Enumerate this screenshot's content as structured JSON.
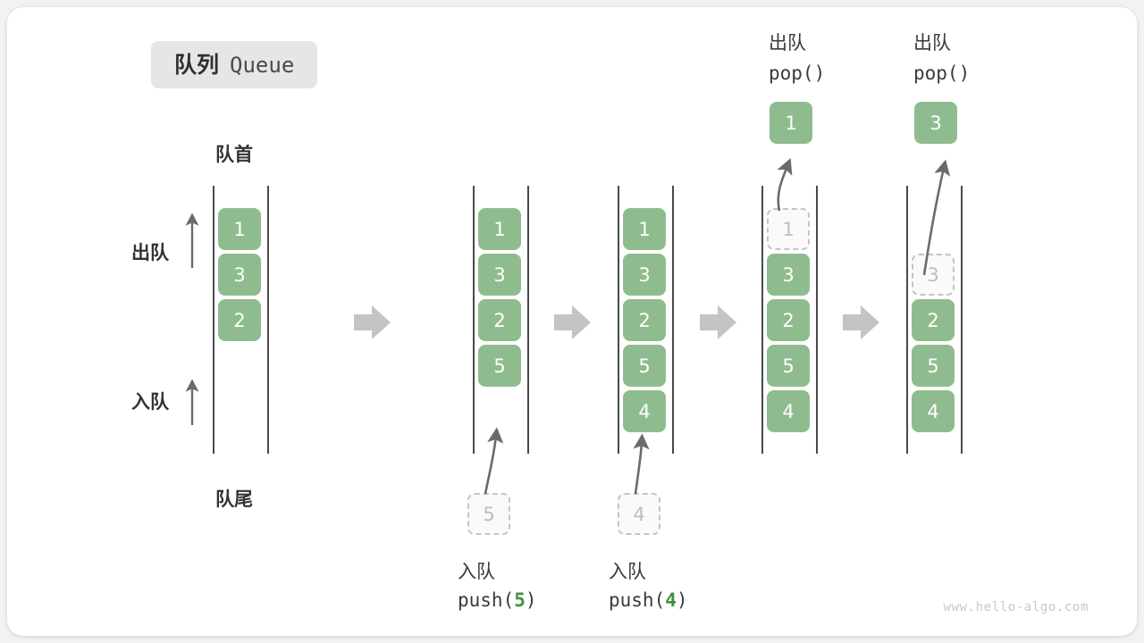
{
  "title": {
    "cn": "队列",
    "en": "Queue"
  },
  "labels": {
    "front": "队首",
    "rear": "队尾",
    "dequeue": "出队",
    "enqueue": "入队"
  },
  "colors": {
    "cell_fill": "#8fbc8f",
    "cell_text": "#ffffff",
    "ghost_fill": "#fafafa",
    "ghost_border": "#c4c4c4",
    "ghost_text": "#bdbdbd",
    "rail": "#4a4a4a",
    "arrow": "#6b6b6b",
    "step_arrow": "#c4c4c4",
    "badge_bg": "#e6e6e6",
    "accent_green": "#3f9142",
    "card_bg": "#ffffff",
    "page_bg": "#f2f2f2"
  },
  "panels": [
    {
      "id": "initial",
      "cells": [
        {
          "value": "1",
          "state": "filled"
        },
        {
          "value": "3",
          "state": "filled"
        },
        {
          "value": "2",
          "state": "filled"
        }
      ],
      "caption_cn": "",
      "caption_code": "",
      "op_cell": null,
      "op_title_cn": "",
      "op_title_code": ""
    },
    {
      "id": "push-5",
      "cells": [
        {
          "value": "1",
          "state": "filled"
        },
        {
          "value": "3",
          "state": "filled"
        },
        {
          "value": "2",
          "state": "filled"
        },
        {
          "value": "5",
          "state": "filled"
        }
      ],
      "caption_cn": "入队",
      "caption_code": "push(5)",
      "caption_arg": "5",
      "op_cell": {
        "value": "5",
        "state": "ghost"
      },
      "op_title_cn": "",
      "op_title_code": ""
    },
    {
      "id": "push-4",
      "cells": [
        {
          "value": "1",
          "state": "filled"
        },
        {
          "value": "3",
          "state": "filled"
        },
        {
          "value": "2",
          "state": "filled"
        },
        {
          "value": "5",
          "state": "filled"
        },
        {
          "value": "4",
          "state": "filled"
        }
      ],
      "caption_cn": "入队",
      "caption_code": "push(4)",
      "caption_arg": "4",
      "op_cell": {
        "value": "4",
        "state": "ghost"
      },
      "op_title_cn": "",
      "op_title_code": ""
    },
    {
      "id": "pop-1",
      "cells": [
        {
          "value": "1",
          "state": "ghost"
        },
        {
          "value": "3",
          "state": "filled"
        },
        {
          "value": "2",
          "state": "filled"
        },
        {
          "value": "5",
          "state": "filled"
        },
        {
          "value": "4",
          "state": "filled"
        }
      ],
      "caption_cn": "",
      "caption_code": "",
      "op_cell": {
        "value": "1",
        "state": "filled"
      },
      "op_title_cn": "出队",
      "op_title_code": "pop()"
    },
    {
      "id": "pop-3",
      "cells": [
        {
          "value": "",
          "state": "empty"
        },
        {
          "value": "3",
          "state": "ghost"
        },
        {
          "value": "2",
          "state": "filled"
        },
        {
          "value": "5",
          "state": "filled"
        },
        {
          "value": "4",
          "state": "filled"
        }
      ],
      "caption_cn": "",
      "caption_code": "",
      "op_cell": {
        "value": "3",
        "state": "filled"
      },
      "op_title_cn": "出队",
      "op_title_code": "pop()"
    }
  ],
  "step_arrows": [
    {
      "name": "step-arrow-1"
    },
    {
      "name": "step-arrow-2"
    },
    {
      "name": "step-arrow-3"
    },
    {
      "name": "step-arrow-4"
    }
  ],
  "watermark": "www.hello-algo.com"
}
